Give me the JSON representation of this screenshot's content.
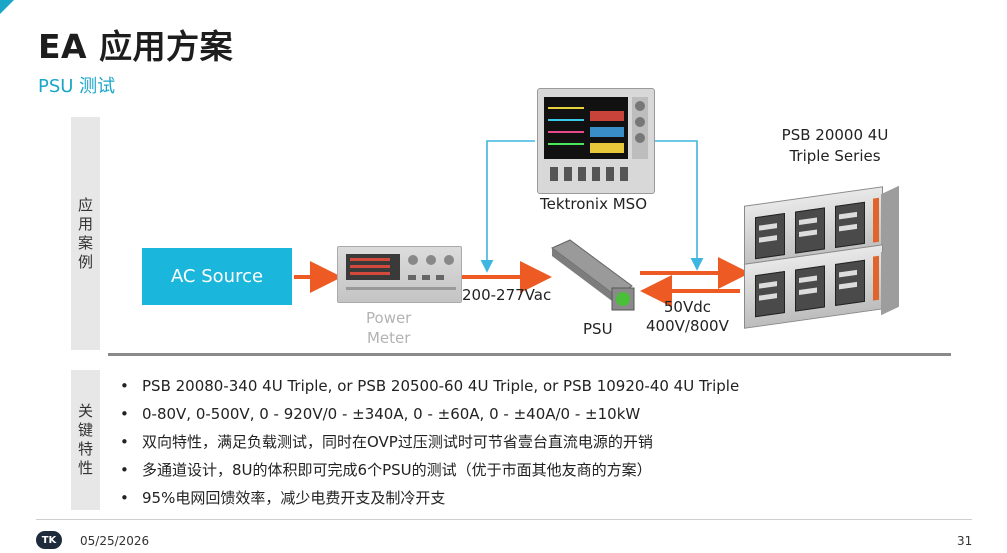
{
  "header": {
    "title": "EA 应用方案",
    "subtitle": "PSU 测试"
  },
  "sections": {
    "application": "应\n用\n案\n例",
    "features": "关\n键\n特\n性"
  },
  "diagram": {
    "ac_source": "AC Source",
    "power_meter": "Power\nMeter",
    "ac_voltage": "200-277Vac",
    "scope": "Tektronix MSO",
    "psu": "PSU",
    "dc_voltage": "50Vdc\n400V/800V",
    "rack": "PSB 20000 4U\nTriple Series"
  },
  "colors": {
    "accent": "#1aa6c9",
    "arrow": "#ee5a24",
    "probe": "#3fb6df"
  },
  "bullets": [
    "PSB 20080-340 4U Triple, or PSB 20500-60 4U Triple, or PSB 10920-40 4U Triple",
    "0-80V, 0-500V, 0 - 920V/0 - ±340A, 0 - ±60A, 0 - ±40A/0 - ±10kW",
    "双向特性，满足负载测试，同时在OVP过压测试时可节省壹台直流电源的开销",
    "多通道设计，8U的体积即可完成6个PSU的测试（优于市面其他友商的方案）",
    "95%电网回馈效率，减少电费开支及制冷开支"
  ],
  "footer": {
    "logo": "TK",
    "date": "05/25/2026",
    "page": "31"
  }
}
